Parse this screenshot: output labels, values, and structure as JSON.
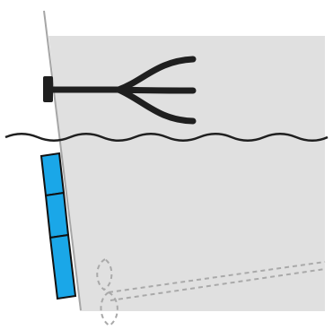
{
  "diagram": {
    "background_color": "#ffffff",
    "panel_fill": "#e0e0e0",
    "panel_edge_color": "#a6a6a6",
    "cable_color": "#1f1f1f",
    "waterline_color": "#1f1f1f",
    "module_fill": "#1aa7e8",
    "module_stroke": "#111111",
    "hidden_line_color": "#a9a9a9",
    "module_count": 3,
    "cable_branches": 3,
    "components": [
      "panel",
      "cable-connector",
      "cable-bundle",
      "waterline",
      "module-stack",
      "submerged-attachment"
    ]
  }
}
